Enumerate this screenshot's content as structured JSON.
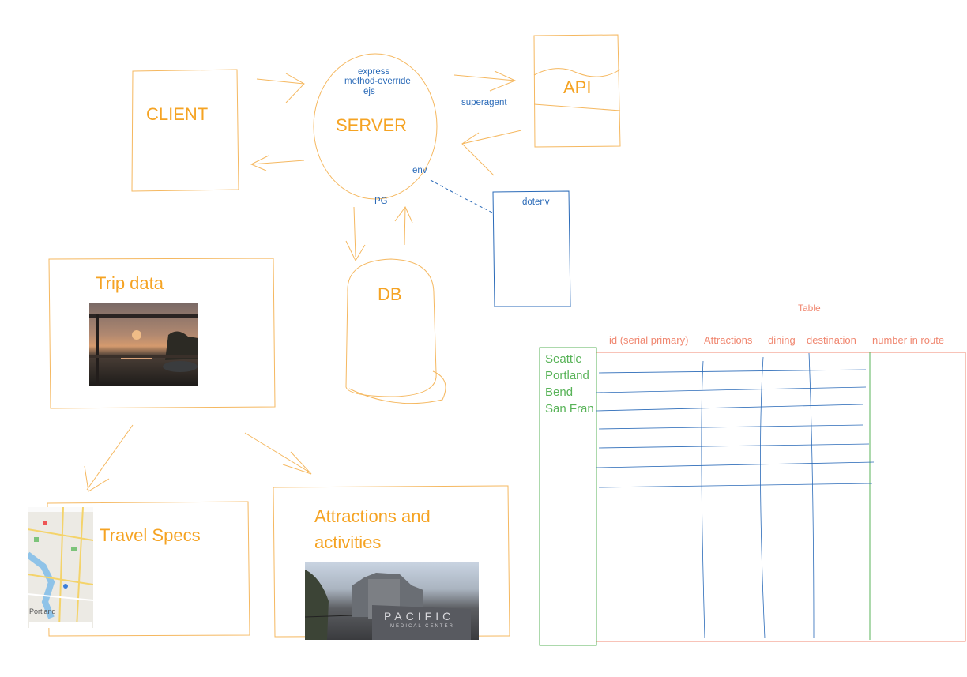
{
  "nodes": {
    "client": "CLIENT",
    "server": "SERVER",
    "api": "API",
    "db": "DB",
    "dotenv": "dotenv",
    "trip_data": "Trip data",
    "travel_specs": "Travel Specs",
    "attractions_line1": "Attractions and",
    "attractions_line2": "activities"
  },
  "server_labels": {
    "express": "express",
    "method_override": "method-override",
    "ejs": "ejs",
    "superagent": "superagent",
    "env": "env",
    "pg": "PG"
  },
  "table": {
    "title": "Table",
    "columns": [
      "id (serial primary)",
      "Attractions",
      "dining",
      "destination",
      "number in route"
    ],
    "rows": [
      "Seattle",
      "Portland",
      "Bend",
      "San Fran"
    ]
  },
  "photos": {
    "map_label": "Portland",
    "sign_line1": "PACIFIC",
    "sign_line2": "MEDICAL CENTER"
  },
  "colors": {
    "orange": "#f5a323",
    "blue": "#2a6ab8",
    "salmon": "#f08770",
    "green": "#58b358"
  }
}
